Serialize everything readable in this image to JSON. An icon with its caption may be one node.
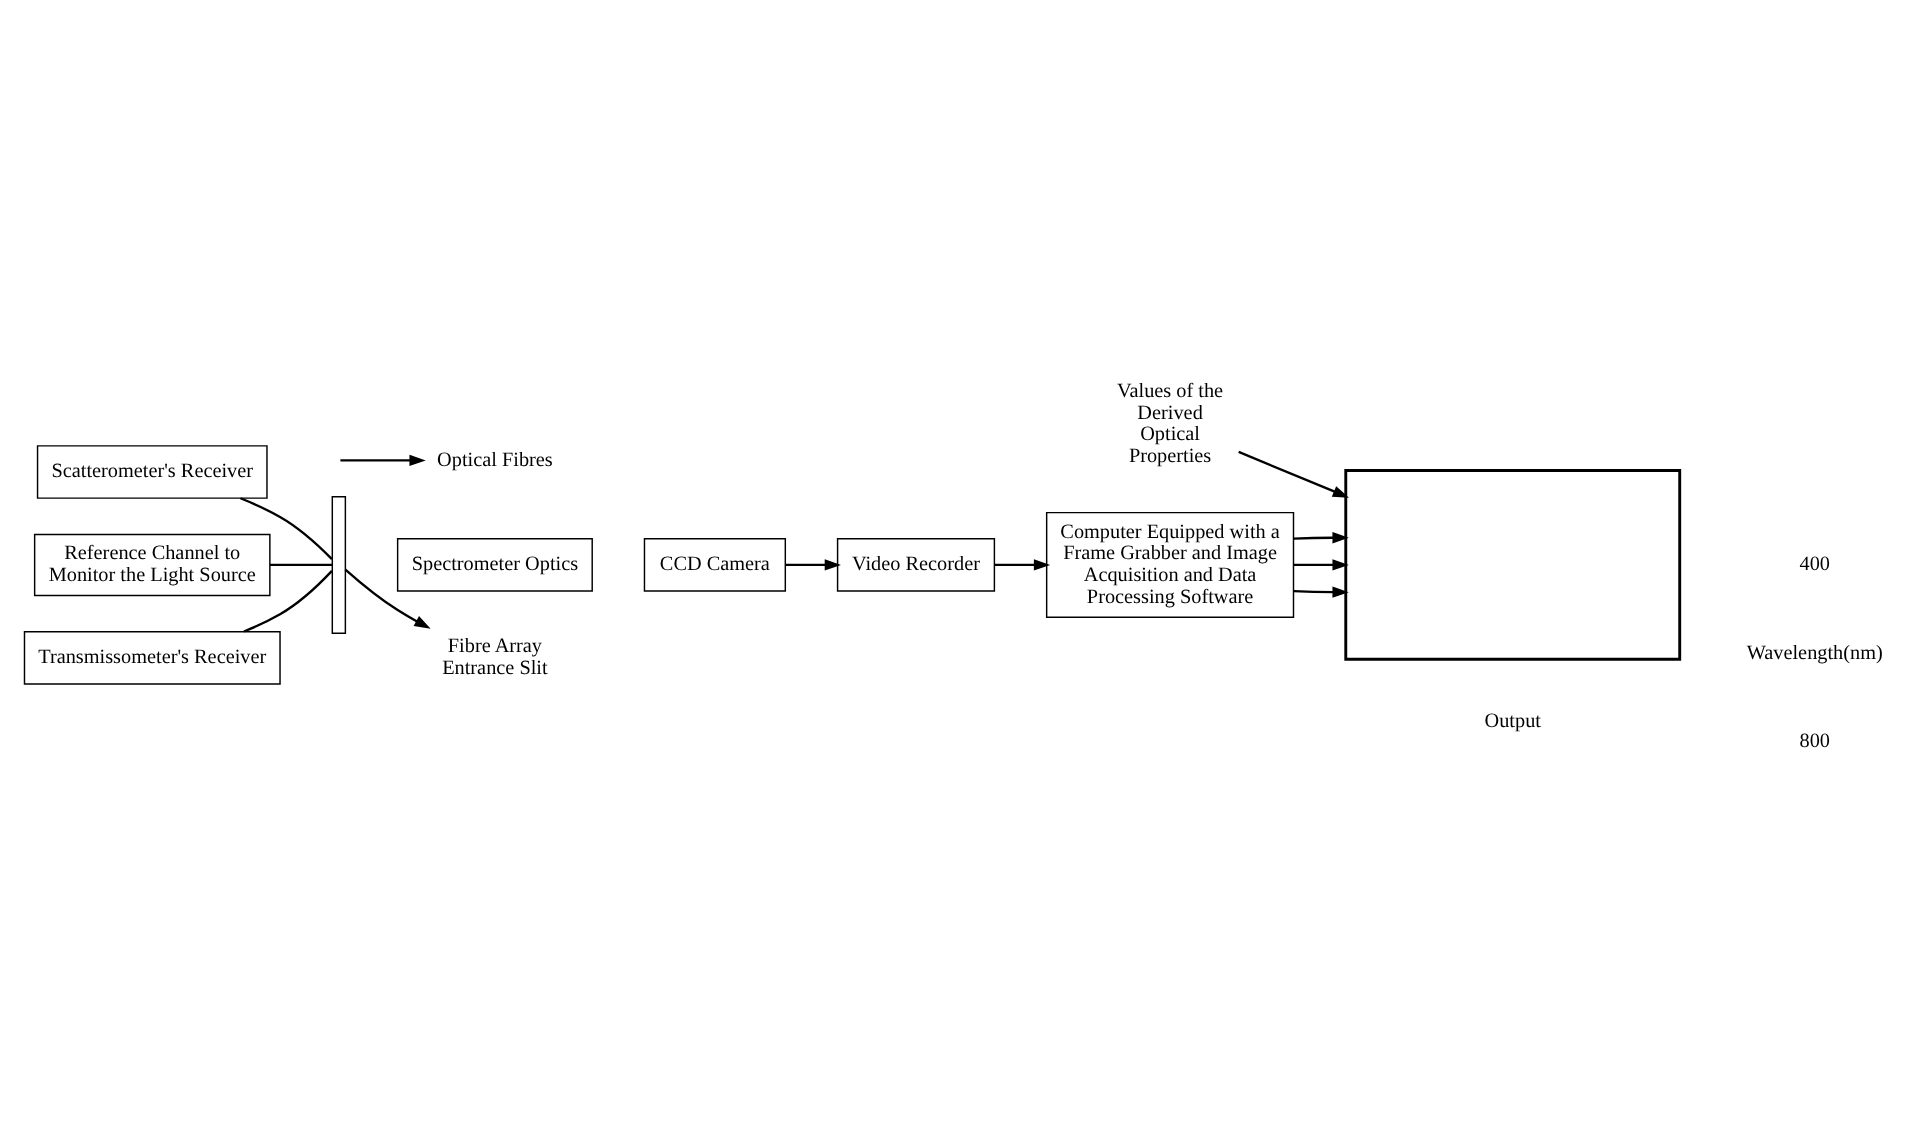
{
  "diagram": {
    "nodes": [
      {
        "text": [
          "Scatterometer's Receiver"
        ]
      },
      {
        "text": [
          "Reference Channel to Monitor the Light Source"
        ]
      },
      {
        "text": [
          "Transmissometer's Receiver"
        ]
      },
      {
        "text": [],
        "shape": "bar"
      },
      {
        "text": [
          "Spectrometer Optics"
        ]
      },
      {
        "text": [
          "CCD Camera"
        ]
      },
      {
        "text": [
          "Video Recorder"
        ]
      },
      {
        "text": [
          "Computer Equipped with a Frame Grabber and Image Acquisition and Data Processing Software"
        ]
      },
      {
        "text": [],
        "shape": "box"
      },
      {
        "text": [
          "Values of the Derived Optical Properties"
        ]
      },
      {
        "text": [
          "Optical Fibres"
        ]
      },
      {
        "text": [
          "Fibre Array Entrance Slit"
        ]
      }
    ],
    "edges": [
      {
        "from": 0,
        "to": 3,
        "arrow": "none"
      },
      {
        "from": 1,
        "to": 3,
        "arrow": "none"
      },
      {
        "from": 2,
        "to": 3,
        "arrow": "none"
      },
      {
        "from": 5,
        "to": 6,
        "arrow": "to"
      },
      {
        "from": 6,
        "to": 7,
        "arrow": "to"
      },
      {
        "from": 7,
        "to": 8,
        "arrow": "to"
      },
      {
        "from": 7,
        "to": 8,
        "arrow": "to"
      },
      {
        "from": 7,
        "to": 8,
        "arrow": "to"
      },
      {
        "from": 9,
        "to": 8,
        "arrow": "to"
      },
      {
        "from": null,
        "to": 10,
        "arrow": "to"
      },
      {
        "from": 3,
        "to": 11,
        "arrow": "to"
      }
    ],
    "labels": [
      "Output",
      "400",
      "Wavelength(nm)",
      "800"
    ]
  }
}
